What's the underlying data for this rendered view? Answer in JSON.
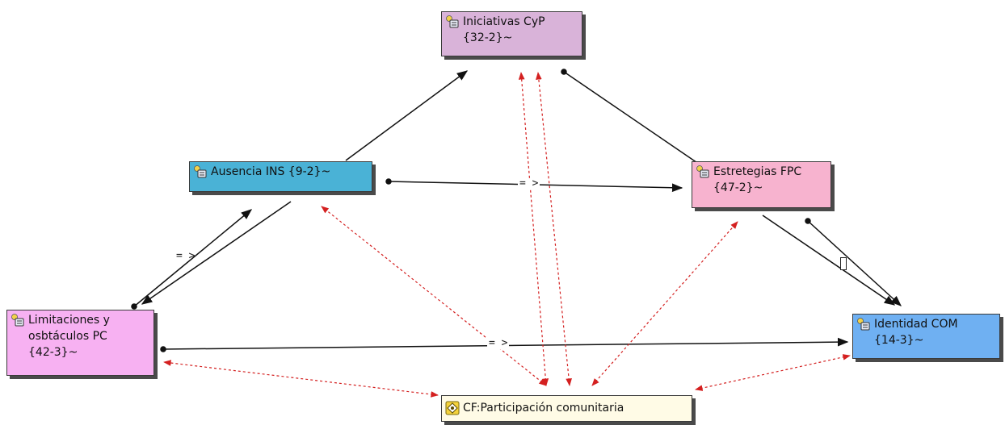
{
  "nodes": {
    "iniciativas": {
      "label": "Iniciativas CyP\n{32-2}~",
      "color": "#d9b3d9",
      "icon": "code-family-icon"
    },
    "ausencia": {
      "label": "Ausencia INS {9-2}~",
      "color": "#4ab2d6",
      "icon": "code-family-icon"
    },
    "estrategias": {
      "label": "Estretegias FPC\n{47-2}~",
      "color": "#f7b3cf",
      "icon": "code-family-icon"
    },
    "limitaciones": {
      "label": "Limitaciones y\nosbtáculos PC\n{42-3}~",
      "color": "#f7b1f2",
      "icon": "code-family-icon"
    },
    "identidad": {
      "label": "Identidad COM\n{14-3}~",
      "color": "#6fb0f2",
      "icon": "code-family-icon"
    },
    "cf": {
      "label": "CF:Participación comunitaria",
      "color": "#fffbe6",
      "icon": "network-icon"
    }
  },
  "edge_labels": {
    "ausencia_estrategias": "= >",
    "limitaciones_ausencia": "= >",
    "limitaciones_identidad": "= >"
  },
  "colors": {
    "solid_edge": "#111111",
    "dashed_edge": "#d42020"
  }
}
